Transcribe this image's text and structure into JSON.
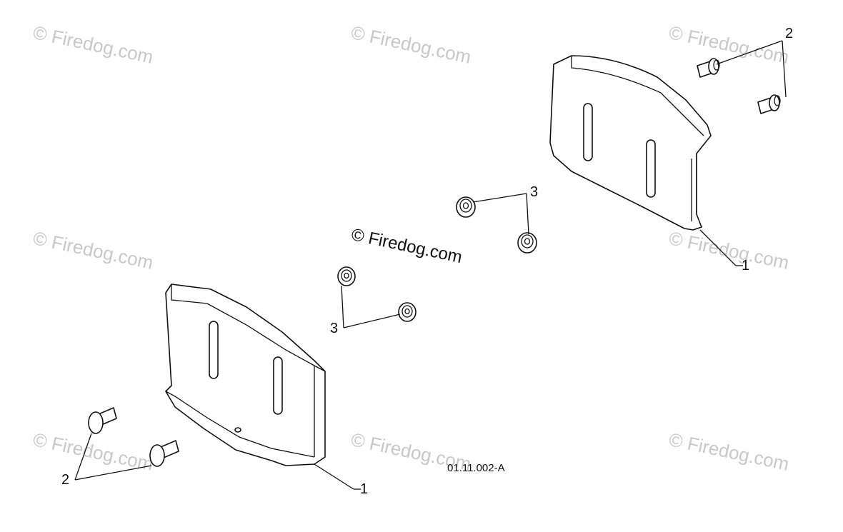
{
  "watermarks": {
    "text": "© Firedog.com"
  },
  "callouts": {
    "shoe": "1",
    "bolt": "2",
    "nut": "3"
  },
  "drawing_code": "01.11.002-A"
}
